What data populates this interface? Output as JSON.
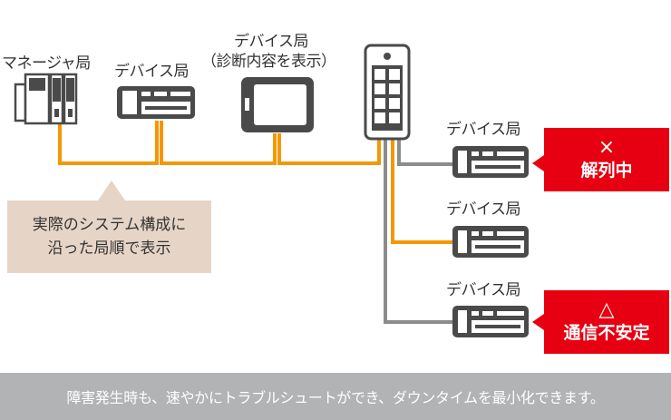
{
  "labels": {
    "manager_station": "マネージャ局",
    "device_station_1": "デバイス局",
    "device_station_2": "デバイス局",
    "diag_line1": "デバイス局",
    "diag_line2": "（診断内容を表示）",
    "device_station_right_1": "デバイス局",
    "device_station_right_2": "デバイス局",
    "device_station_right_3": "デバイス局"
  },
  "callout": {
    "line1": "実際のシステム構成に",
    "line2": "沿った局順で表示"
  },
  "alerts": {
    "disconnect": {
      "symbol": "×",
      "text": "解列中"
    },
    "unstable": {
      "symbol": "△",
      "text": "通信不安定"
    }
  },
  "footer": {
    "text": "障害発生時も、速やかにトラブルシュートができ、ダウンタイムを最小化できます。"
  },
  "colors": {
    "orange_line": "#f39800",
    "gray_line": "#8c8c8c",
    "alert_red": "#e60012",
    "callout_bg": "#e6d5c7",
    "footer_bg": "#b1b3b4",
    "device_dark": "#4a4a4a"
  }
}
